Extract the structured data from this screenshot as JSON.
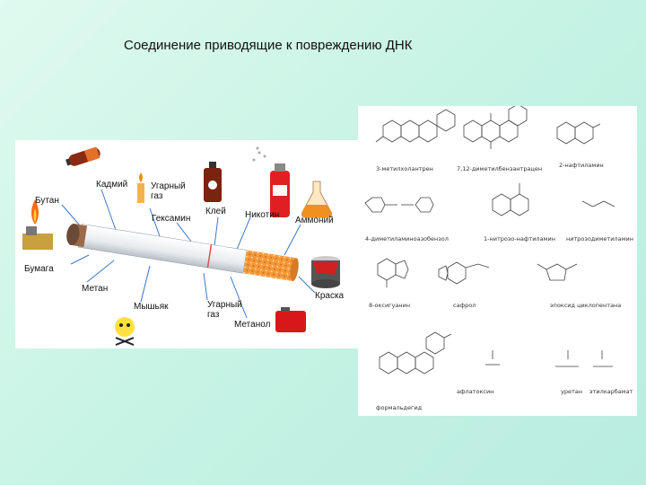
{
  "slide": {
    "title": "Соединение приводящие к повреждению ДНК"
  },
  "cigarette_labels": [
    "Бутан",
    "Кадмий",
    "Угарный\nгаз",
    "Гексамин",
    "Клей",
    "Никотин",
    "Аммоний",
    "Бумага",
    "Метан",
    "Мышьяк",
    "Угарный\nгаз",
    "Метанол",
    "Краска"
  ],
  "molecule_names": [
    "3-метилхолантрен",
    "7,12-диметилбензантрацен",
    "2-нафтиламин",
    "4-диметиламиноазобензол",
    "1-нитрозо-нафтиламин",
    "нитрозодиметиламин",
    "8-оксигуанин",
    "сафрол",
    "эпоксид циклопентана",
    "афлатоксин",
    "уретан",
    "этилкарбамат",
    "формальдегид"
  ],
  "colors": {
    "background": "#c6f3e4",
    "cigarette_filter": "#f28a2e",
    "connector_line": "#3a78c8"
  }
}
